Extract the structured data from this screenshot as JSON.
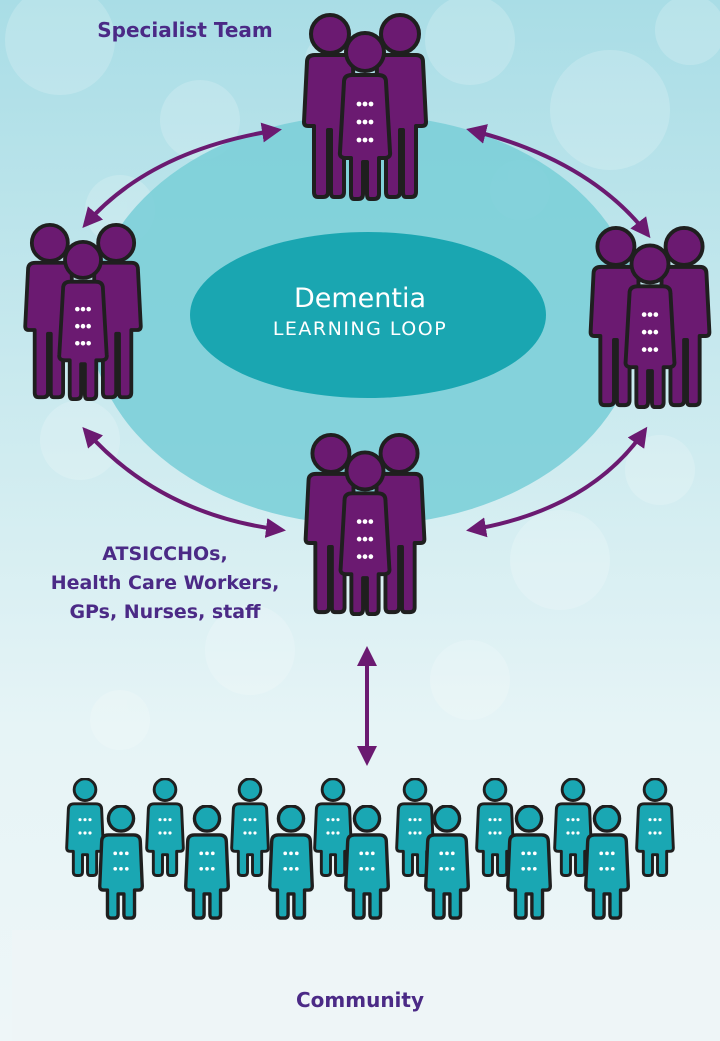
{
  "center": {
    "title": "Dementia",
    "subtitle": "LEARNING LOOP"
  },
  "labels": {
    "specialist": "Specialist Team",
    "workers_lines": [
      "ATSICCHOs,",
      "Health Care Workers,",
      "GPs, Nurses, staff"
    ],
    "community": "Community"
  },
  "colors": {
    "purple": "#6b1a71",
    "outline": "#1f1f1f",
    "teal": "#1aa7b3",
    "ellipse": "#1aa6b1",
    "loop_fill": "#7ccfd8",
    "label": "#4b2a86"
  }
}
